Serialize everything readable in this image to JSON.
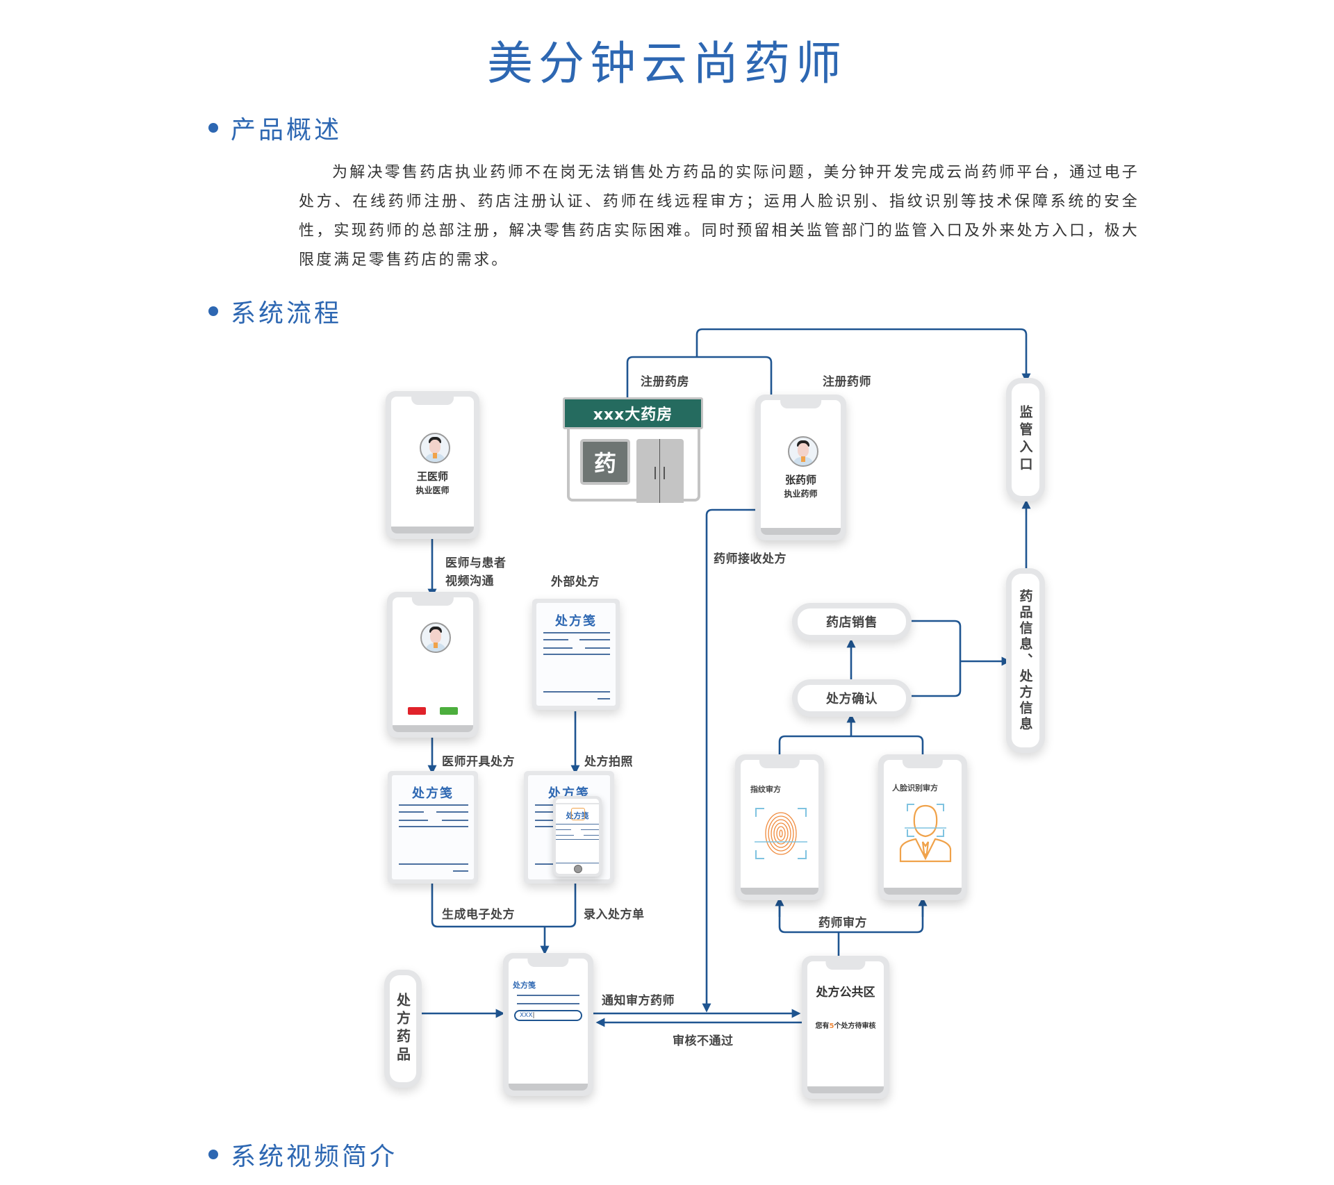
{
  "title": "美分钟云尚药师",
  "sections": {
    "overview": "产品概述",
    "flow": "系统流程",
    "video": "系统视频简介"
  },
  "overview_text": "为解决零售药店执业药师不在岗无法销售处方药品的实际问题，美分钟开发完成云尚药师平台，通过电子处方、在线药师注册、药店注册认证、药师在线远程审方；运用人脸识别、指纹识别等技术保障系统的安全性，实现药师的总部注册，解决零售药店实际困难。同时预留相关监管部门的监管入口及外来处方入口，极大限度满足零售药店的需求。",
  "diagram": {
    "doctor": {
      "name": "王医师",
      "role": "执业医师"
    },
    "pharmacist": {
      "name": "张药师",
      "role": "执业药师"
    },
    "store": {
      "sign": "xxx大药房",
      "badge": "药"
    },
    "labels": {
      "register_store": "注册药房",
      "register_pharmacist": "注册药师",
      "video_call_1": "医师与患者",
      "video_call_2": "视频沟通",
      "external_rx": "外部处方",
      "doctor_issue": "医师开具处方",
      "rx_photo": "处方拍照",
      "gen_erx": "生成电子处方",
      "enter_rx": "录入处方单",
      "pharmacist_receive": "药师接收处方",
      "notify": "通知审方药师",
      "rejected": "审核不通过",
      "pharmacist_review": "药师审方"
    },
    "boxes": {
      "regulator": "监管入口",
      "drug_info": "药品信息、处方信息",
      "store_sales": "药店销售",
      "rx_confirm": "处方确认",
      "rx_drugs": "处方药品"
    },
    "paper_title": "处方笺",
    "input_value": "XXX",
    "fingerprint_title": "指纹审方",
    "face_title": "人脸识别审方",
    "public_area": {
      "title": "处方公共区",
      "msg_prefix": "您有",
      "count": "5",
      "msg_suffix": "个处方待审核"
    },
    "colors": {
      "line": "#1f5591",
      "accent": "#2d67b2",
      "store_green": "#256b5f",
      "orange": "#f08a3c"
    }
  }
}
